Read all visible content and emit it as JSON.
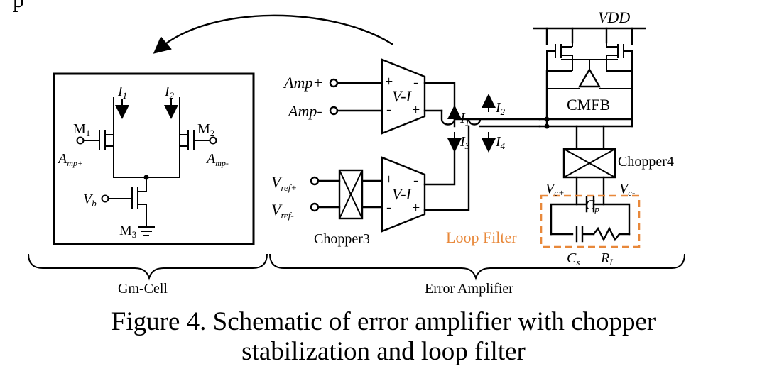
{
  "colors": {
    "ink": "#000000",
    "loop_filter": "#e8883a",
    "background": "#ffffff"
  },
  "top_partial_text": "p",
  "gm_cell": {
    "I1": "I",
    "I1_sub": "1",
    "I2": "I",
    "I2_sub": "2",
    "M1": "M",
    "M1_sub": "1",
    "M2": "M",
    "M2_sub": "2",
    "M3": "M",
    "M3_sub": "3",
    "Amp_plus": "A",
    "Amp_plus_sub": "mp+",
    "Amp_minus": "A",
    "Amp_minus_sub": "mp-",
    "Vb": "V",
    "Vb_sub": "b"
  },
  "error_amp": {
    "amp_plus": "Amp+",
    "amp_minus": "Amp-",
    "vi_top": "V-I",
    "vi_bottom": "V-I",
    "plus": "+",
    "minus": "-",
    "vref_plus": "V",
    "vref_plus_sub": "ref+",
    "vref_minus": "V",
    "vref_minus_sub": "ref-",
    "chopper3": "Chopper3",
    "chopper4": "Chopper4",
    "cmfb": "CMFB",
    "vdd": "VDD",
    "I1": "I",
    "I1_sub": "1",
    "I2": "I",
    "I2_sub": "2",
    "I3": "I",
    "I3_sub": "3",
    "I4": "I",
    "I4_sub": "4",
    "vc_plus": "V",
    "vc_plus_sub": "c+",
    "vc_minus": "V",
    "vc_minus_sub": "c-",
    "cp": "C",
    "cp_sub": "p",
    "cs": "C",
    "cs_sub": "s",
    "rl": "R",
    "rl_sub": "L",
    "loop_filter": "Loop Filter"
  },
  "brackets": {
    "gm_cell": "Gm-Cell",
    "error_amplifier": "Error Amplifier"
  },
  "caption": {
    "line1": "Figure 4. Schematic of error amplifier with chopper",
    "line2": "stabilization and loop filter"
  }
}
